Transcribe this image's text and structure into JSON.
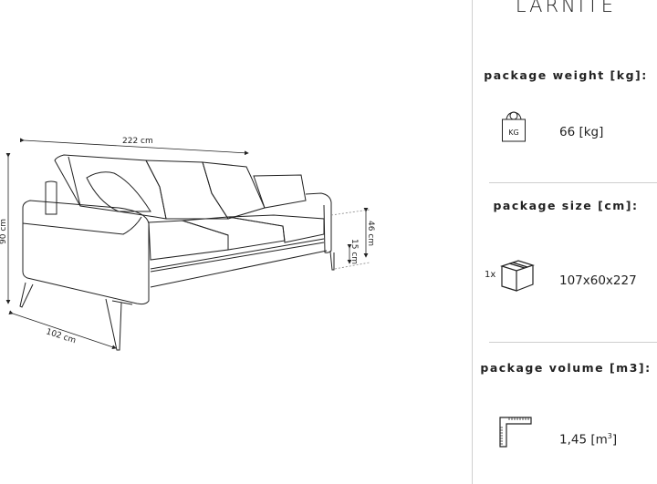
{
  "product": {
    "name": "LARNITE"
  },
  "dimensions": {
    "width": "222 cm",
    "height": "90 cm",
    "depth": "102 cm",
    "seat_height": "46 cm",
    "leg_height": "15 cm"
  },
  "specs": {
    "weight": {
      "label": "package weight [kg]:",
      "value": "66 [kg]",
      "icon": "weight-kg-icon",
      "icon_text": "KG"
    },
    "size": {
      "label": "package size [cm]:",
      "quantity": "1x",
      "value": "107x60x227",
      "icon": "box-icon"
    },
    "volume": {
      "label": "package volume [m3]:",
      "value": "1,45 [m",
      "unit_sup": "3",
      "value_end": "]",
      "icon": "ruler-square-icon"
    }
  },
  "colors": {
    "line": "#222222",
    "divider": "#cfcfcf"
  }
}
